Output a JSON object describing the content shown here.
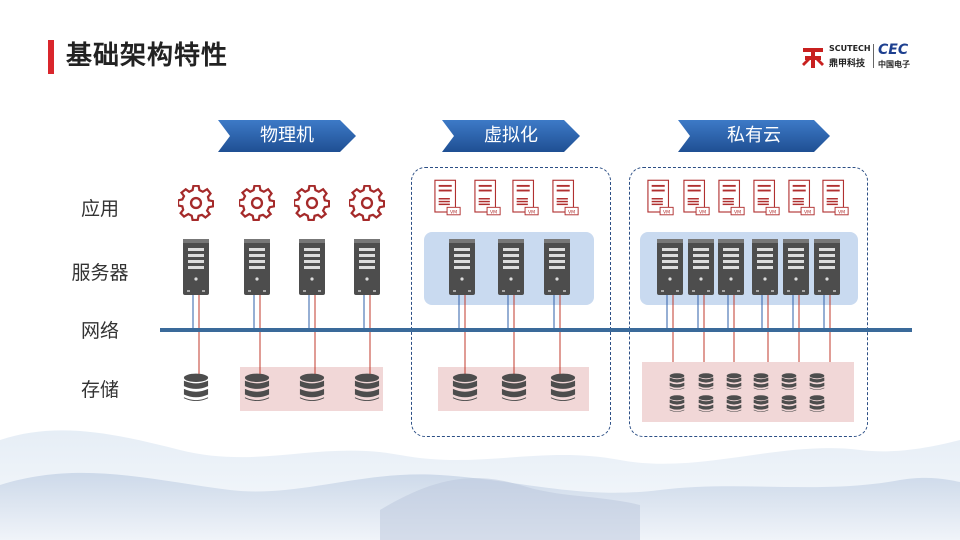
{
  "title": "基础架构特性",
  "logo": {
    "scutech_en": "SCUTECH",
    "scutech_cn": "鼎甲科技",
    "cec_en": "CEC",
    "cec_cn": "中国电子"
  },
  "row_labels": {
    "app": "应用",
    "server": "服务器",
    "network": "网络",
    "storage": "存储"
  },
  "columns": [
    "物理机",
    "虚拟化",
    "私有云"
  ],
  "vm_label": "VM",
  "colors": {
    "accent_red": "#d9262c",
    "arrow_blue": "#2a63b0",
    "network_line": "#3a6a9a",
    "server_group_bg": "#c9daf0",
    "storage_group_bg": "#f1d7d7",
    "gear_red": "#a52a2a"
  }
}
